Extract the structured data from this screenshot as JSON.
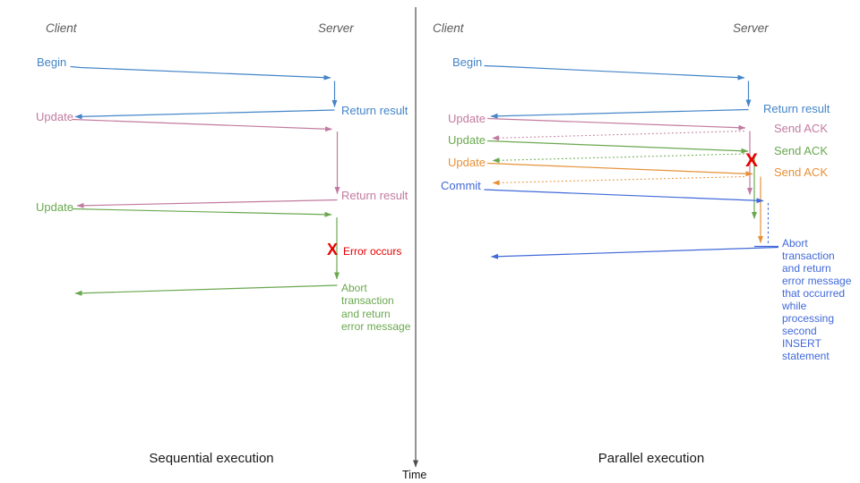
{
  "colors": {
    "blue": "#4485c8",
    "pink": "#c27ba0",
    "green": "#6aa84f",
    "orange": "#e69138",
    "royal": "#4169d9",
    "red": "#e60000",
    "header_grey": "#5b5b5b",
    "axis_grey": "#4d4d4d",
    "title_black": "#1a1a1a"
  },
  "axis": {
    "time_label": "Time"
  },
  "left_panel": {
    "title": "Sequential execution",
    "header_client": "Client",
    "header_server": "Server",
    "msg_begin": "Begin",
    "msg_return_result_1": "Return result",
    "msg_update_1": "Update",
    "msg_return_result_2": "Return result",
    "msg_update_2": "Update",
    "error_mark": "X",
    "error_label": "Error occurs",
    "abort_note": "Abort\ntransaction\nand return\nerror message"
  },
  "right_panel": {
    "title": "Parallel execution",
    "header_client": "Client",
    "header_server": "Server",
    "msg_begin": "Begin",
    "msg_return_result": "Return result",
    "msg_update_1": "Update",
    "msg_send_ack_1": "Send ACK",
    "msg_update_2": "Update",
    "msg_send_ack_2": "Send ACK",
    "msg_update_3": "Update",
    "msg_send_ack_3": "Send ACK",
    "msg_commit": "Commit",
    "error_mark": "X",
    "abort_note": "Abort\ntransaction\nand return\nerror message\nthat occurred\nwhile\nprocessing\nsecond\nINSERT\nstatement"
  }
}
